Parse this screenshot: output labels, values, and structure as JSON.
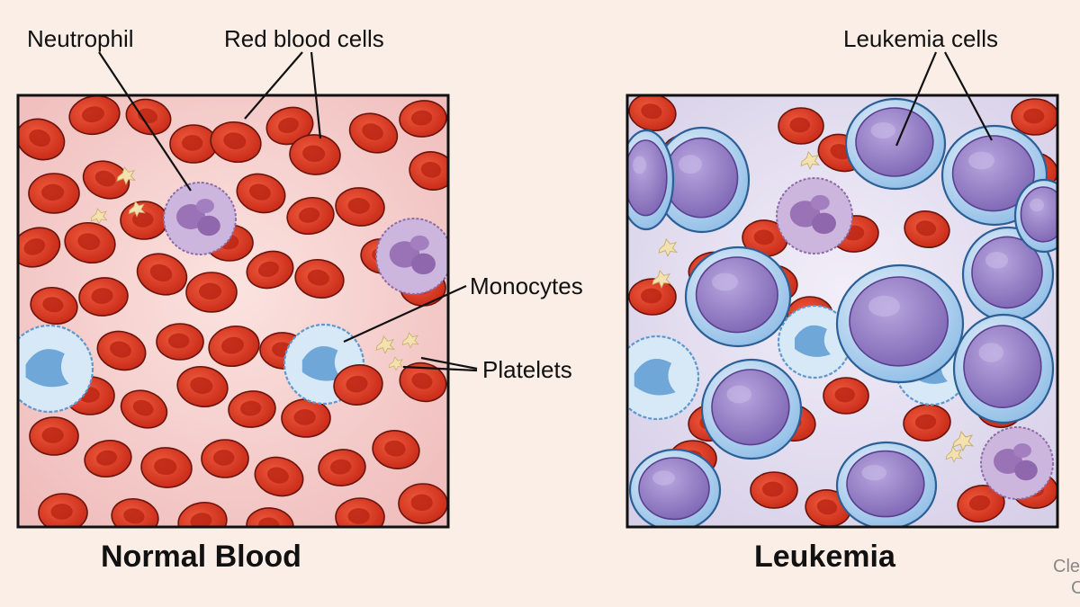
{
  "labels": {
    "neutrophil": "Neutrophil",
    "red_blood_cells": "Red blood cells",
    "monocytes": "Monocytes",
    "platelets": "Platelets",
    "leukemia_cells": "Leukemia cells"
  },
  "panels": {
    "left_title": "Normal Blood",
    "right_title": "Leukemia"
  },
  "credit": {
    "line1": "Cle",
    "line2": "C"
  },
  "colors": {
    "background": "#fbeee6",
    "normal_plasma": "#f6cccc",
    "leukemia_plasma": "#ddd6ec",
    "red_cell": "#d8321e",
    "neutrophil": "#b89ad0",
    "monocyte": "#cfe3f2",
    "leukemia_cell_rim": "#a9cdee",
    "leukemia_cell_nucleus": "#9c84c8",
    "platelet": "#f1deac"
  }
}
